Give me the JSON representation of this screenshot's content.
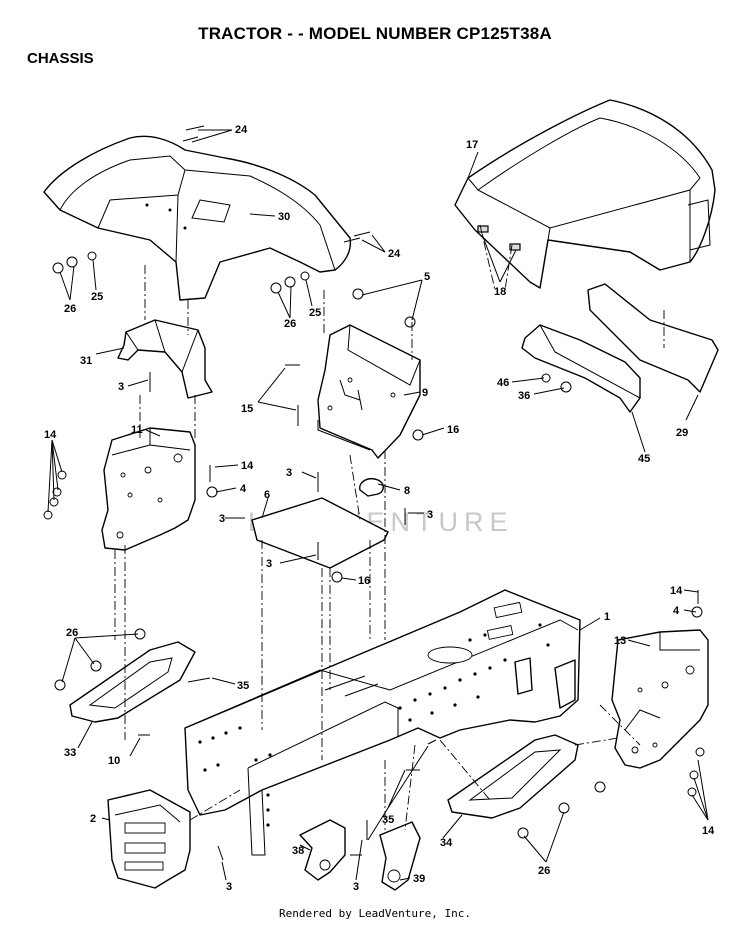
{
  "header": {
    "title": "TRACTOR - - MODEL NUMBER CP125T38A",
    "section": "CHASSIS"
  },
  "watermark": "LEADVENTURE",
  "footer": "Rendered by LeadVenture, Inc.",
  "callouts": {
    "c1": "1",
    "c2": "2",
    "c3a": "3",
    "c3b": "3",
    "c3c": "3",
    "c3d": "3",
    "c3e": "3",
    "c3f": "3",
    "c3g": "3",
    "c4a": "4",
    "c4b": "4",
    "c5": "5",
    "c6": "6",
    "c8": "8",
    "c9": "9",
    "c10": "10",
    "c11": "11",
    "c13": "13",
    "c14a": "14",
    "c14b": "14",
    "c14c": "14",
    "c14d": "14",
    "c15": "15",
    "c16a": "16",
    "c16b": "16",
    "c17": "17",
    "c18": "18",
    "c24a": "24",
    "c24b": "24",
    "c25a": "25",
    "c25b": "25",
    "c26a": "26",
    "c26b": "26",
    "c26c": "26",
    "c26d": "26",
    "c29": "29",
    "c30": "30",
    "c31": "31",
    "c33": "33",
    "c34": "34",
    "c35a": "35",
    "c35b": "35",
    "c36": "36",
    "c38": "38",
    "c39": "39",
    "c45": "45",
    "c46": "46"
  }
}
